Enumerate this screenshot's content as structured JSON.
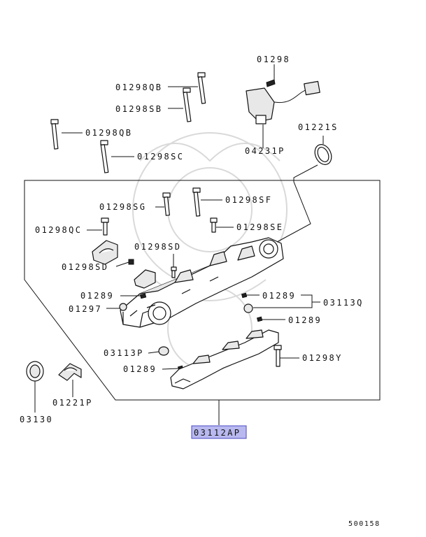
{
  "labels": {
    "p01298": "01298",
    "p01298QB_top": "01298QB",
    "p01298SB": "01298SB",
    "p01298QB_left": "01298QB",
    "p01298SC": "01298SC",
    "p04231P": "04231P",
    "p01221S": "01221S",
    "p01298SG": "01298SG",
    "p01298SF": "01298SF",
    "p01298QC": "01298QC",
    "p01298SE": "01298SE",
    "p01298SD_mid": "01298SD",
    "p01298SD_left": "01298SD",
    "p01289_a": "01289",
    "p01289_b": "01289",
    "p03113Q": "03113Q",
    "p01297": "01297",
    "p01289_c": "01289",
    "p03113P": "03113P",
    "p01298Y": "01298Y",
    "p01289_d": "01289",
    "p01221P": "01221P",
    "p03130": "03130",
    "p03112AP": "03112AP"
  },
  "footer_code": "500158",
  "colors": {
    "highlight": "#b9b9f0",
    "ink": "#111111"
  }
}
